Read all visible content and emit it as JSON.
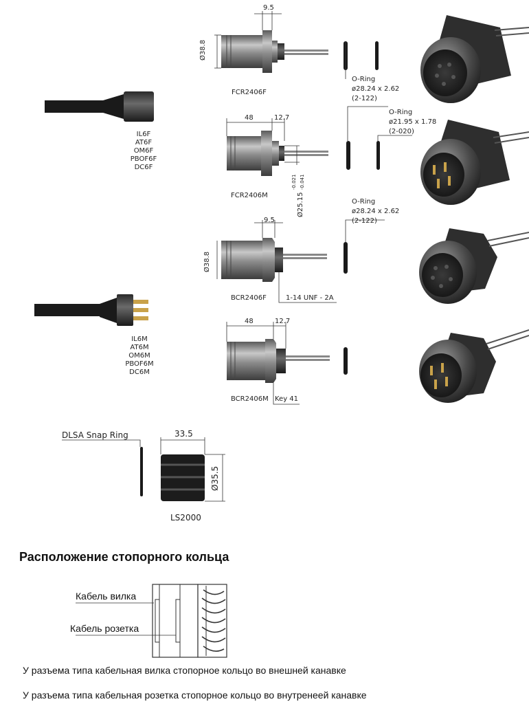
{
  "labels": {
    "fcr2406f": "FCR2406F",
    "fcr2406m": "FCR2406M",
    "bcr2406f": "BCR2406F",
    "bcr2406m": "BCR2406M",
    "ls2000": "LS2000",
    "snap_ring": "DLSA Snap Ring",
    "thread": "1-14 UNF - 2A",
    "key": "Key 41"
  },
  "female_cables": [
    "IL6F",
    "AT6F",
    "OM6F",
    "PBOF6F",
    "DC6F"
  ],
  "male_cables": [
    "IL6M",
    "AT6M",
    "OM6M",
    "PBOF6M",
    "DC6M"
  ],
  "dims": {
    "d1_width": "9.5",
    "d1_dia": "Ø38.8",
    "d2_len": "48",
    "d2_width": "12.7",
    "d2_dia": "Ø25.15",
    "d2_tol_hi": "-0.021",
    "d2_tol_lo": "-0.041",
    "d3_width": "9.5",
    "d3_dia": "Ø38.8",
    "d4_len": "48",
    "d4_width": "12.7",
    "ls_len": "33.5",
    "ls_dia": "Ø35.5"
  },
  "orings": [
    {
      "title": "O-Ring",
      "size": "ø28.24 x 2.62",
      "code": "(2-122)"
    },
    {
      "title": "O-Ring",
      "size": "ø21.95 x 1.78",
      "code": "(2-020)"
    },
    {
      "title": "O-Ring",
      "size": "ø28.24 x 2.62",
      "code": "(2-122)"
    }
  ],
  "section": {
    "heading": "Расположение стопорного кольца",
    "plug_label": "Кабель вилка",
    "socket_label": "Кабель розетка",
    "note_plug": "У разъема типа кабельная вилка стопорное кольцо во внешней канавке",
    "note_socket": "У разъема типа кабельная розетка стопорное кольцо во внутренеей канавке"
  }
}
